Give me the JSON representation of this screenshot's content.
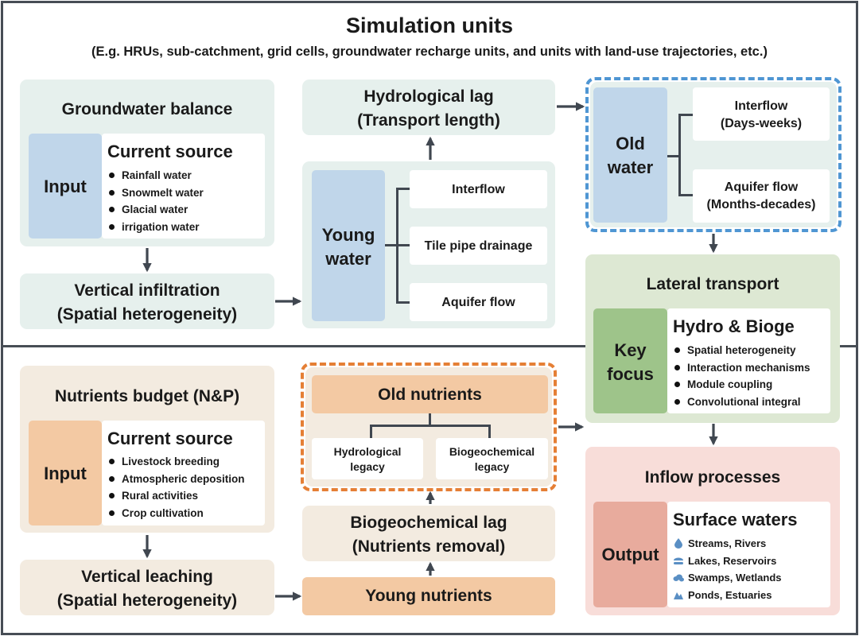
{
  "header": {
    "title": "Simulation units",
    "subtitle": "(E.g. HRUs, sub-catchment, grid cells, groundwater recharge units, and units with land-use trajectories, etc.)"
  },
  "groundwater_balance": {
    "title": "Groundwater balance",
    "input_label": "Input",
    "source_title": "Current source",
    "sources": [
      "Rainfall water",
      "Snowmelt water",
      "Glacial water",
      "irrigation water"
    ]
  },
  "vertical_infiltration": {
    "line1": "Vertical infiltration",
    "line2": "(Spatial heterogeneity)"
  },
  "hydrological_lag": {
    "line1": "Hydrological lag",
    "line2": "(Transport length)"
  },
  "young_water": {
    "line1": "Young",
    "line2": "water",
    "branches": [
      "Interflow",
      "Tile pipe drainage",
      "Aquifer flow"
    ]
  },
  "old_water": {
    "line1": "Old",
    "line2": "water",
    "branch1": {
      "line1": "Interflow",
      "line2": "(Days-weeks)"
    },
    "branch2": {
      "line1": "Aquifer flow",
      "line2": "(Months-decades)"
    }
  },
  "lateral_transport": {
    "title": "Lateral transport",
    "key_line1": "Key",
    "key_line2": "focus",
    "focus_title": "Hydro & Bioge",
    "focus_items": [
      "Spatial heterogeneity",
      "Interaction mechanisms",
      "Module coupling",
      "Convolutional integral"
    ]
  },
  "nutrients_budget": {
    "title": "Nutrients budget (N&P)",
    "input_label": "Input",
    "source_title": "Current source",
    "sources": [
      "Livestock breeding",
      "Atmospheric deposition",
      "Rural activities",
      "Crop cultivation"
    ]
  },
  "vertical_leaching": {
    "line1": "Vertical leaching",
    "line2": "(Spatial heterogeneity)"
  },
  "old_nutrients": {
    "title": "Old nutrients",
    "legacy1": {
      "line1": "Hydrological",
      "line2": "legacy"
    },
    "legacy2": {
      "line1": "Biogeochemical",
      "line2": "legacy"
    }
  },
  "biogeochemical_lag": {
    "line1": "Biogeochemical lag",
    "line2": "(Nutrients removal)"
  },
  "young_nutrients": {
    "title": "Young nutrients"
  },
  "inflow_processes": {
    "title": "Inflow processes",
    "output_label": "Output",
    "waters_title": "Surface waters",
    "waters": [
      {
        "icon": "droplet-icon",
        "label": "Streams, Rivers"
      },
      {
        "icon": "lake-icon",
        "label": "Lakes, Reservoirs"
      },
      {
        "icon": "swamp-icon",
        "label": "Swamps, Wetlands"
      },
      {
        "icon": "pond-icon",
        "label": "Ponds, Estuaries"
      }
    ]
  },
  "colors": {
    "frame": "#474d55",
    "blue_dash": "#4f96d3",
    "orange_dash": "#e57f35",
    "water_icon": "#5a8fc4"
  }
}
